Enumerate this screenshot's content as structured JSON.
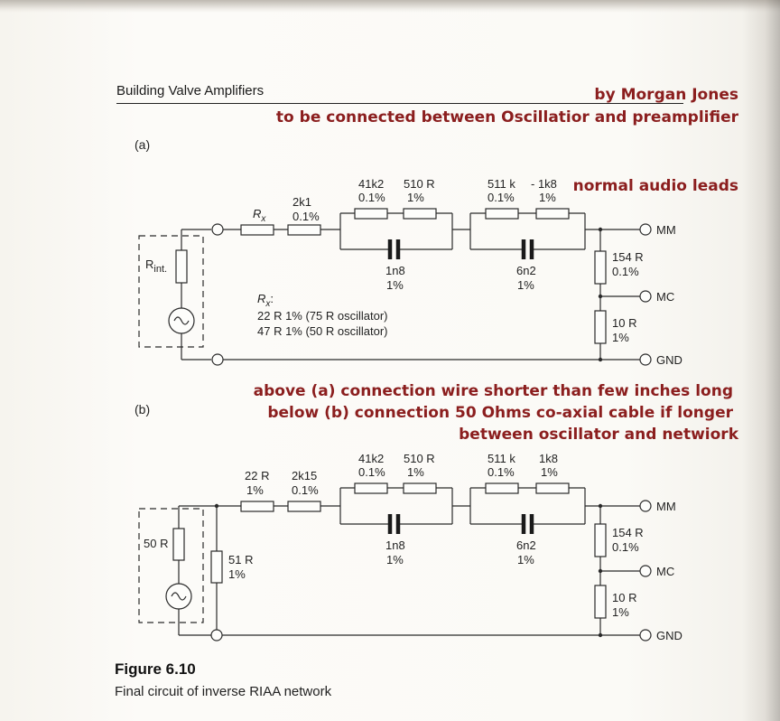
{
  "header": {
    "book_title": "Building Valve Amplifiers"
  },
  "annotations": {
    "author": "by Morgan Jones",
    "connection_note": "to be connected between Oscillatior and preamplifier",
    "leads_note": "normal audio leads",
    "above_note": "above (a) connection wire shorter than few inches long",
    "below_note_1": "below (b) connection 50 Ohms co-axial cable  if longer",
    "below_note_2": "between oscillator and netwiork"
  },
  "figure": {
    "number": "Figure 6.10",
    "caption": "Final circuit of inverse RIAA network"
  },
  "circuit_a": {
    "label": "(a)",
    "source_resistor": "R",
    "source_resistor_sub": "int.",
    "rx_symbol": "R",
    "rx_sub": "x",
    "r_2k1": [
      "2k1",
      "0.1%"
    ],
    "r_41k2": [
      "41k2",
      "0.1%"
    ],
    "r_510": [
      "510 R",
      "1%"
    ],
    "c_1n8": [
      "1n8",
      "1%"
    ],
    "r_511k": [
      "511 k",
      "0.1%"
    ],
    "r_1k8": [
      "- 1k8",
      "1%"
    ],
    "c_6n2": [
      "6n2",
      "1%"
    ],
    "r_154": [
      "154 R",
      "0.1%"
    ],
    "r_10": [
      "10 R",
      "1%"
    ],
    "rx_note_title": "R",
    "rx_note_title_sub": "x",
    "rx_note_colon": ":",
    "rx_note_1": "22 R  1% (75 R oscillator)",
    "rx_note_2": "47 R  1% (50 R oscillator)",
    "out_mm": "MM",
    "out_mc": "MC",
    "out_gnd": "GND"
  },
  "circuit_b": {
    "label": "(b)",
    "source_resistor": "50 R",
    "r_22": [
      "22 R",
      "1%"
    ],
    "r_2k15": [
      "2k15",
      "0.1%"
    ],
    "r_51": [
      "51 R",
      "1%"
    ],
    "r_41k2": [
      "41k2",
      "0.1%"
    ],
    "r_510": [
      "510 R",
      "1%"
    ],
    "c_1n8": [
      "1n8",
      "1%"
    ],
    "r_511k": [
      "511 k",
      "0.1%"
    ],
    "r_1k8": [
      "1k8",
      "1%"
    ],
    "c_6n2": [
      "6n2",
      "1%"
    ],
    "r_154": [
      "154 R",
      "0.1%"
    ],
    "r_10": [
      "10 R",
      "1%"
    ],
    "out_mm": "MM",
    "out_mc": "MC",
    "out_gnd": "GND"
  }
}
